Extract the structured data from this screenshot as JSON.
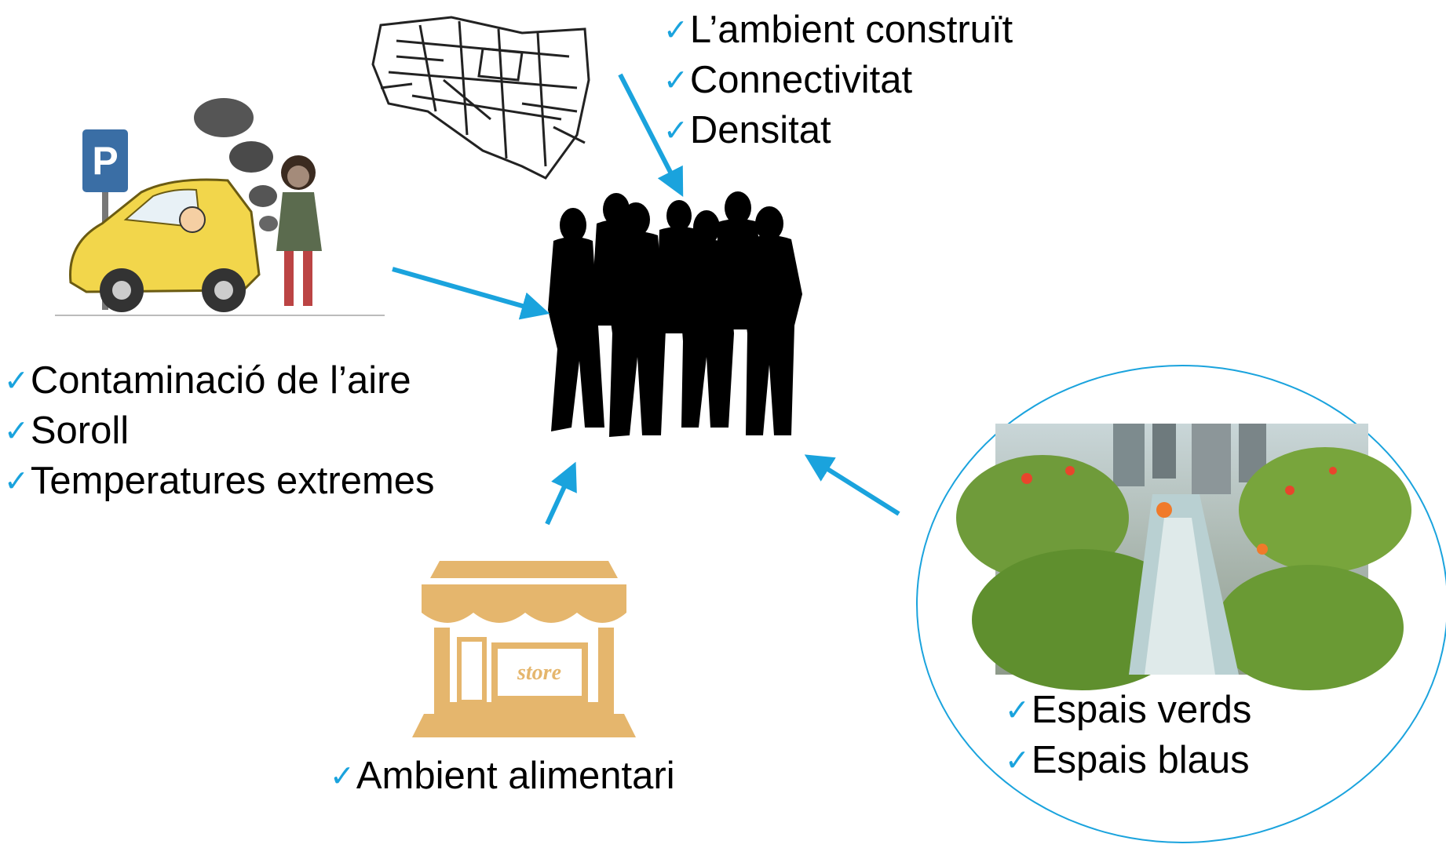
{
  "colors": {
    "accent": "#1aa3dd",
    "store": "#e5b66d",
    "silhouette": "#000000"
  },
  "icons": {
    "bullet": "checkmark-icon",
    "store": "store-icon"
  },
  "built_environment": {
    "items": [
      "L’ambient construït",
      "Connectivitat",
      "Densitat"
    ]
  },
  "pollution": {
    "items": [
      "Contaminació de l’aire",
      "Soroll",
      "Temperatures extremes"
    ]
  },
  "food": {
    "items": [
      "Ambient alimentari"
    ],
    "store_sign": "store"
  },
  "green_blue": {
    "items": [
      "Espais verds",
      "Espais blaus"
    ]
  },
  "parking_sign": "P"
}
